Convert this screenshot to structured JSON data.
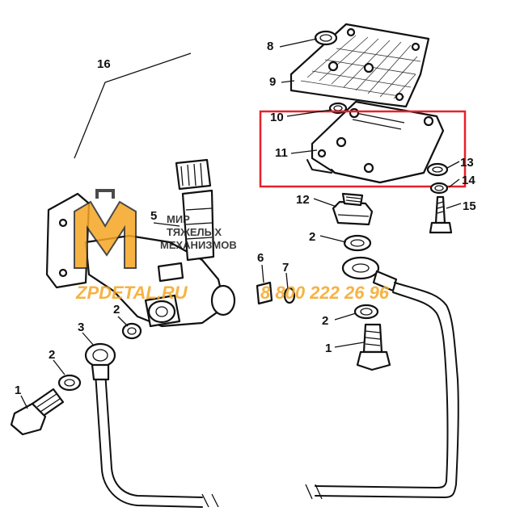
{
  "callouts": {
    "c1a": "1",
    "c1b": "1",
    "c2a": "2",
    "c2b": "2",
    "c2c": "2",
    "c2d": "2",
    "c3": "3",
    "c5": "5",
    "c6": "6",
    "c7": "7",
    "c8": "8",
    "c9": "9",
    "c10": "10",
    "c11": "11",
    "c12": "12",
    "c13": "13",
    "c14": "14",
    "c15": "15",
    "c16": "16"
  },
  "watermark": {
    "line1": "МИР",
    "line2": "ТЯЖЕЛЫХ",
    "line3": "МЕХАНИЗМОВ",
    "site": "ZPDETAL.RU",
    "phone": "8 800 222 26 96"
  },
  "colors": {
    "highlight_box": "#e8202a",
    "logo_orange": "#f5a623",
    "logo_dark": "#2b2b2b",
    "ink": "#111111"
  }
}
